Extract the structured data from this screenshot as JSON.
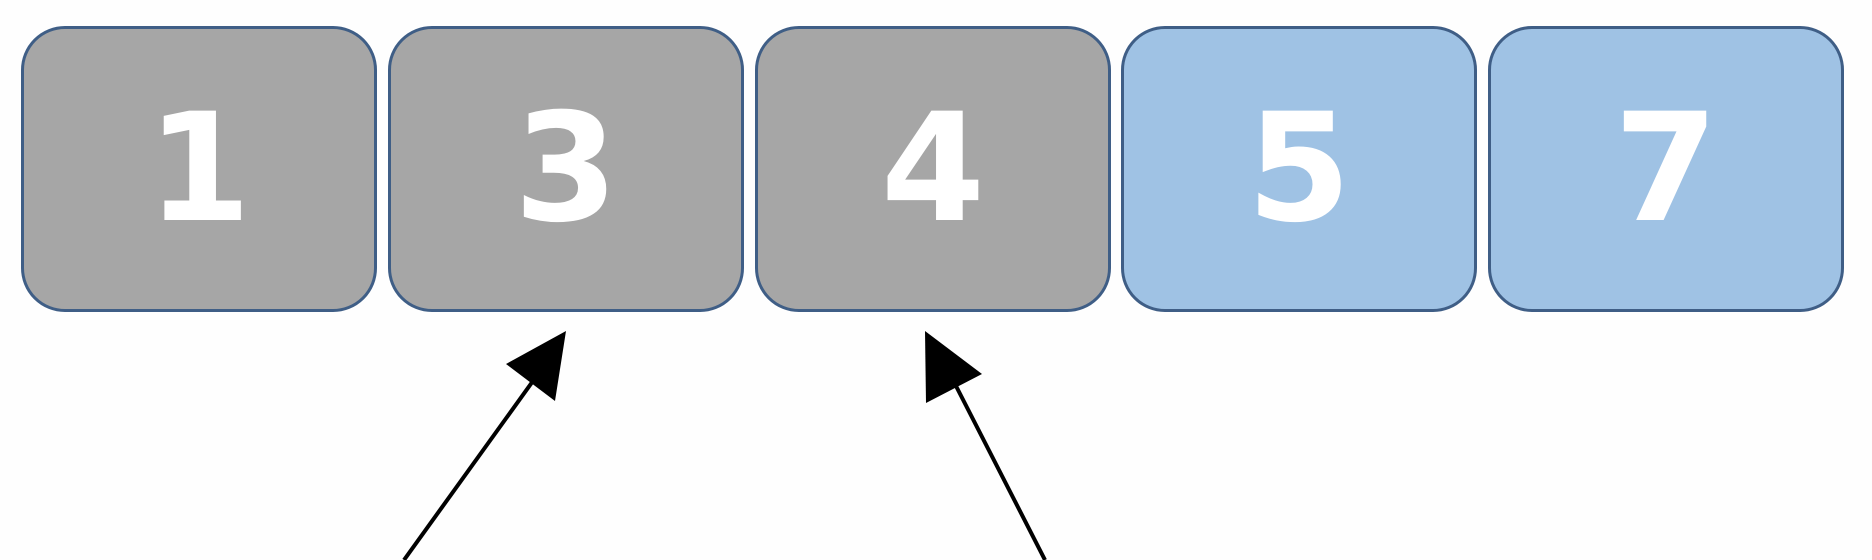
{
  "colors": {
    "processed": "#a6a6a6",
    "pending": "#9fc2e4",
    "border": "#3f5e86",
    "arrow": "#000000"
  },
  "cells": [
    {
      "value": "1",
      "state": "processed"
    },
    {
      "value": "3",
      "state": "processed"
    },
    {
      "value": "4",
      "state": "processed"
    },
    {
      "value": "5",
      "state": "pending"
    },
    {
      "value": "7",
      "state": "pending"
    }
  ],
  "pointers": [
    {
      "target_index": 1,
      "icon": "arrow-up-right-icon"
    },
    {
      "target_index": 2,
      "icon": "arrow-up-left-icon"
    }
  ]
}
